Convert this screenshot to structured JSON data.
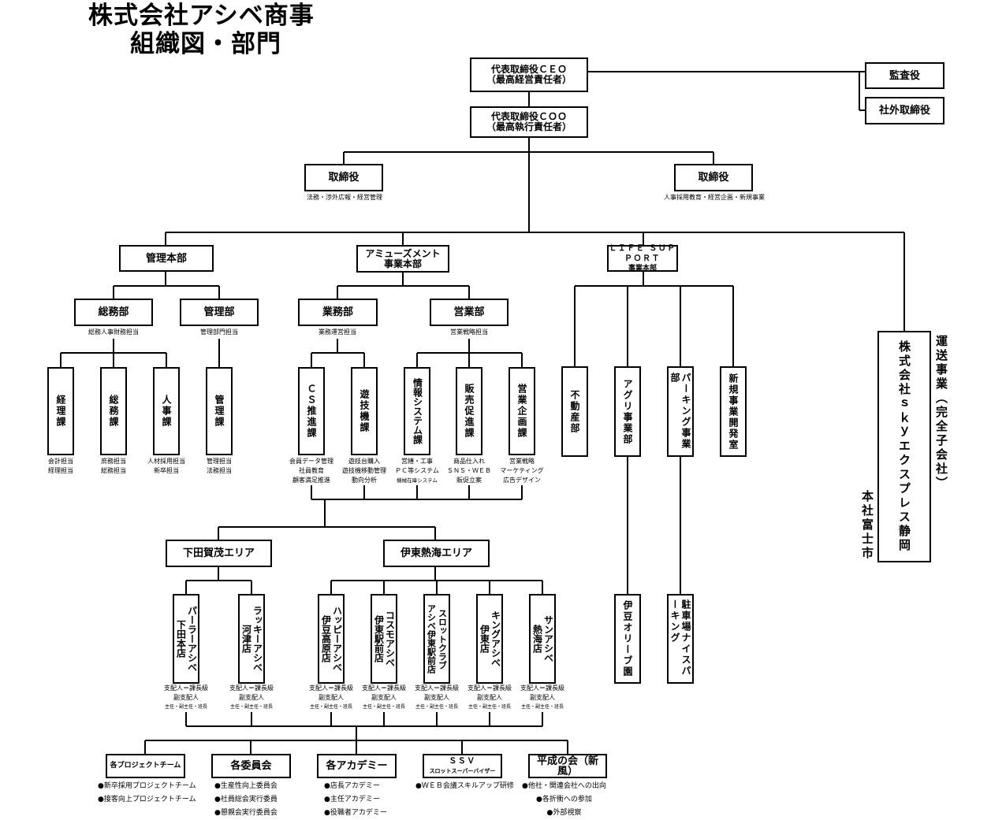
{
  "title": {
    "line1": "株式会社アシベ商事",
    "line2": "組織図・部門"
  },
  "exec": {
    "ceo": {
      "l1": "代表取締役ＣＥＯ",
      "l2": "（最高経営責任者）"
    },
    "coo": {
      "l1": "代表取締役ＣＯＯ",
      "l2": "（最高執行責任者）"
    },
    "auditor": "監査役",
    "outside": "社外取締役",
    "dir1": {
      "label": "取締役",
      "sub": "法務・渉外広報・経営管理"
    },
    "dir2": {
      "label": "取締役",
      "sub": "人事採用教育・経営企画・新規事業"
    }
  },
  "hq": {
    "kanri": "管理本部",
    "amuse": {
      "l1": "アミューズメント",
      "l2": "事業本部"
    },
    "life": {
      "l1": "ＬＩＦＥ ＳＵＰＰＯＲＴ",
      "l2": "事業本部"
    }
  },
  "depts": {
    "somu": {
      "label": "総務部",
      "sub": "総務人事財務担当"
    },
    "kanribu": {
      "label": "管理部",
      "sub": "管理部門担当"
    },
    "gyomu": {
      "label": "業務部",
      "sub": "業務運営担当"
    },
    "eigyo": {
      "label": "営業部",
      "sub": "営業戦略担当"
    }
  },
  "sections": {
    "keiri": {
      "name": "経理課",
      "sub": [
        "会計担当",
        "経理担当"
      ]
    },
    "somuka": {
      "name": "総務課",
      "sub": [
        "庶務担当",
        "総務担当"
      ]
    },
    "jinji": {
      "name": "人事課",
      "sub": [
        "人材採用担当",
        "新卒担当"
      ]
    },
    "kanrika": {
      "name": "管理課",
      "sub": [
        "管理担当",
        "法務担当"
      ]
    },
    "cs": {
      "name": "ＣＳ推進課",
      "sub": [
        "会員データ管理",
        "社員教育",
        "顧客満足推進"
      ]
    },
    "yugi": {
      "name": "遊技機課",
      "sub": [
        "遊技台購入",
        "遊技機移動管理",
        "動向分析"
      ]
    },
    "joho": {
      "name": "情報システム課",
      "sub": [
        "営繕・工事",
        "ＰＣ等システム",
        "機械在庫システム"
      ]
    },
    "hanbai": {
      "name": "販売促進課",
      "sub": [
        "商品仕入れ",
        "ＳＮＳ・ＷＥＢ",
        "販促立案"
      ]
    },
    "kikaku": {
      "name": "営業企画課",
      "sub": [
        "営業戦略",
        "マーケティング",
        "広告デザイン"
      ]
    }
  },
  "life_units": {
    "fudosan": "不動産部",
    "agri": "アグリ事業部",
    "parking": "パーキング事業部",
    "shinki": "新規事業開発室",
    "olive": "伊豆オリーブ園",
    "nice": "駐車場ナイスパーキング"
  },
  "sky": {
    "name": "株式会社ｓｋｙエクスプレス静岡",
    "note": "運送事業（完全子会社）",
    "hq": "本社富士市"
  },
  "areas": {
    "shimoda": "下田賀茂エリア",
    "ito": "伊東熱海エリア"
  },
  "shops": [
    {
      "col1": "パーラーアシベ",
      "col2": "下田本店"
    },
    {
      "col1": "ラッキーアシベ",
      "col2": "河津店"
    },
    {
      "col1": "ハッピーアシベ",
      "col2": "伊豆高原店"
    },
    {
      "col1": "コスモアシベ",
      "col2": "伊東駅前店"
    },
    {
      "col1": "スロットクラブ",
      "col2": "アシベ伊東駅前店"
    },
    {
      "col1": "キングアシベ",
      "col2": "伊東店"
    },
    {
      "col1": "サンアシベ",
      "col2": "熱海店"
    }
  ],
  "shop_roles": {
    "line1": "支配人＝課長級",
    "line2": "副支配人",
    "line3": "主任・副主任・班長"
  },
  "committees": {
    "project": {
      "label": "各プロジェクトチーム",
      "items": [
        "●新卒採用プロジェクトチーム",
        "●接客向上プロジェクトチーム"
      ]
    },
    "iinkai": {
      "label": "各委員会",
      "items": [
        "●生産性向上委員会",
        "●社員総会実行委員",
        "●懇親会実行委員会"
      ]
    },
    "academy": {
      "label": "各アカデミー",
      "items": [
        "●店長アカデミー",
        "●主任アカデミー",
        "●役職者アカデミー"
      ]
    },
    "ssv": {
      "l1": "ＳＳＶ",
      "l2": "スロットスーパーバイザー",
      "items": [
        "●ＷＥＢ会議スキルアップ研修"
      ]
    },
    "heisei": {
      "label": "平成の会（新風）",
      "items": [
        "●他社・関連会社への出向",
        "●各折衝への参加",
        "●外部視察"
      ]
    }
  }
}
